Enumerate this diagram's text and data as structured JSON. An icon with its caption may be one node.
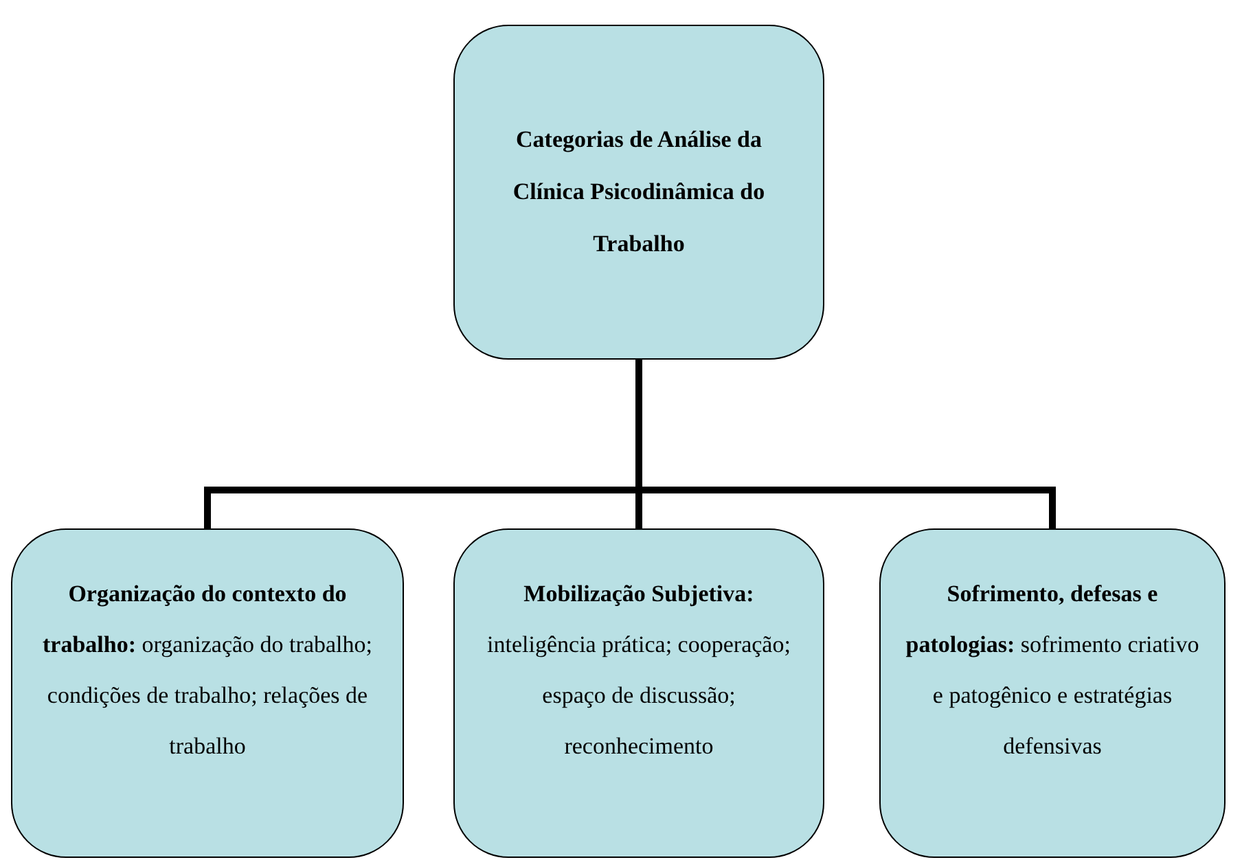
{
  "diagram": {
    "nodes": [
      {
        "text": [
          "Categorias de Análise da Clínica Psicodinâmica do Trabalho"
        ]
      },
      {
        "text": [
          "**Organização do contexto do trabalho:** organização do trabalho; condições de trabalho; relações de trabalho"
        ]
      },
      {
        "text": [
          "**Mobilização Subjetiva:** inteligência prática; cooperação; espaço de discussão; reconhecimento"
        ]
      },
      {
        "text": [
          "**Sofrimento, defesas e patologias:** sofrimento criativo e patogênico e estratégias defensivas"
        ]
      }
    ],
    "edges": [
      {
        "from": 0,
        "to": 1,
        "arrow": "none"
      },
      {
        "from": 0,
        "to": 2,
        "arrow": "none"
      },
      {
        "from": 0,
        "to": 3,
        "arrow": "none"
      }
    ]
  }
}
